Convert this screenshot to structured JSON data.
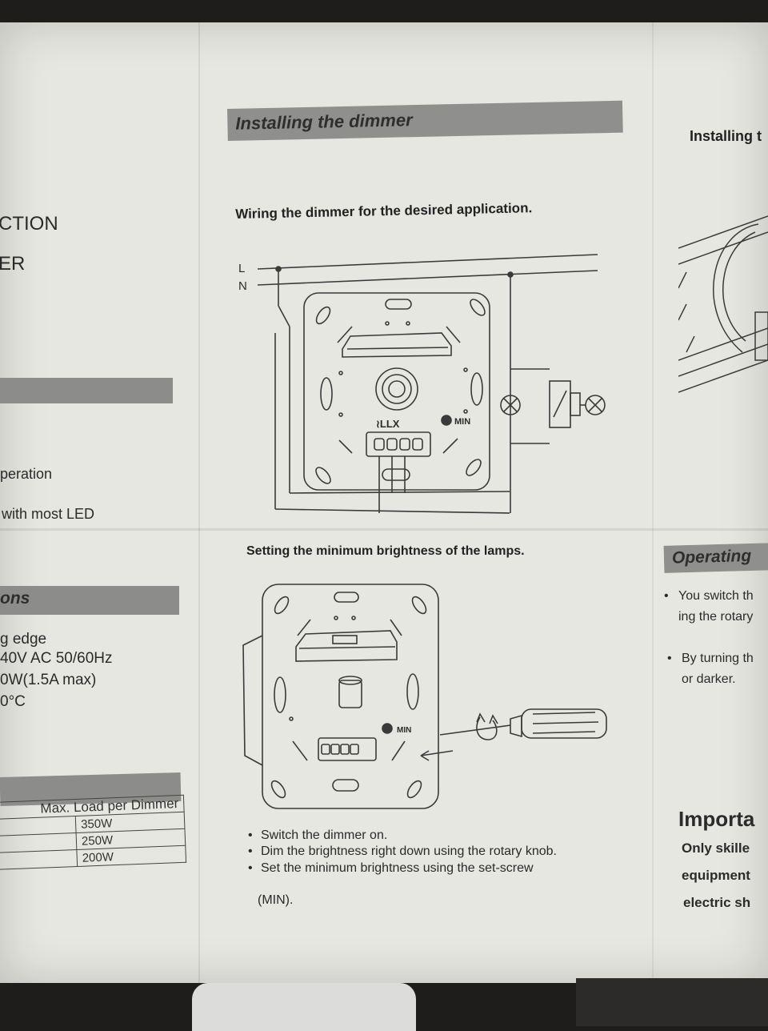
{
  "heading": "Installing the dimmer",
  "wiring": {
    "title": "Wiring the dimmer for the desired application.",
    "label_L": "L",
    "label_N": "N",
    "terminal_label": "≀LLX",
    "min_label": "MIN"
  },
  "setting": {
    "title": "Setting the minimum brightness of the lamps.",
    "min_label": "MIN",
    "bullets": [
      "Switch the dimmer on.",
      "Dim the brightness right down using the rotary knob.",
      "Set the minimum brightness using the set-screw",
      "(MIN)."
    ]
  },
  "left_column": {
    "title_fragment_1": "CTION",
    "title_fragment_2": "ER",
    "text_operation": "peration",
    "text_led": "with most LED",
    "section_fragment": "ons",
    "spec_1": "g edge",
    "spec_2": "40V AC 50/60Hz",
    "spec_3": "0W(1.5A max)",
    "spec_4": "0°C",
    "table": {
      "header": "Max. Load per Dimmer",
      "rows": [
        "350W",
        "250W",
        "200W"
      ]
    }
  },
  "right_column": {
    "title_fragment": "Installing t",
    "section_fragment": "Operating",
    "bullet_1a": "You switch th",
    "bullet_1b": "ing the rotary",
    "bullet_2a": "By turning th",
    "bullet_2b": "or darker.",
    "important_title": "Importa",
    "important_1": "Only skille",
    "important_2": "equipment",
    "important_3": "electric sh"
  },
  "colors": {
    "paper": "#e7e7e2",
    "section_bar": "#8f8f8d",
    "line": "#3a3a3a"
  }
}
